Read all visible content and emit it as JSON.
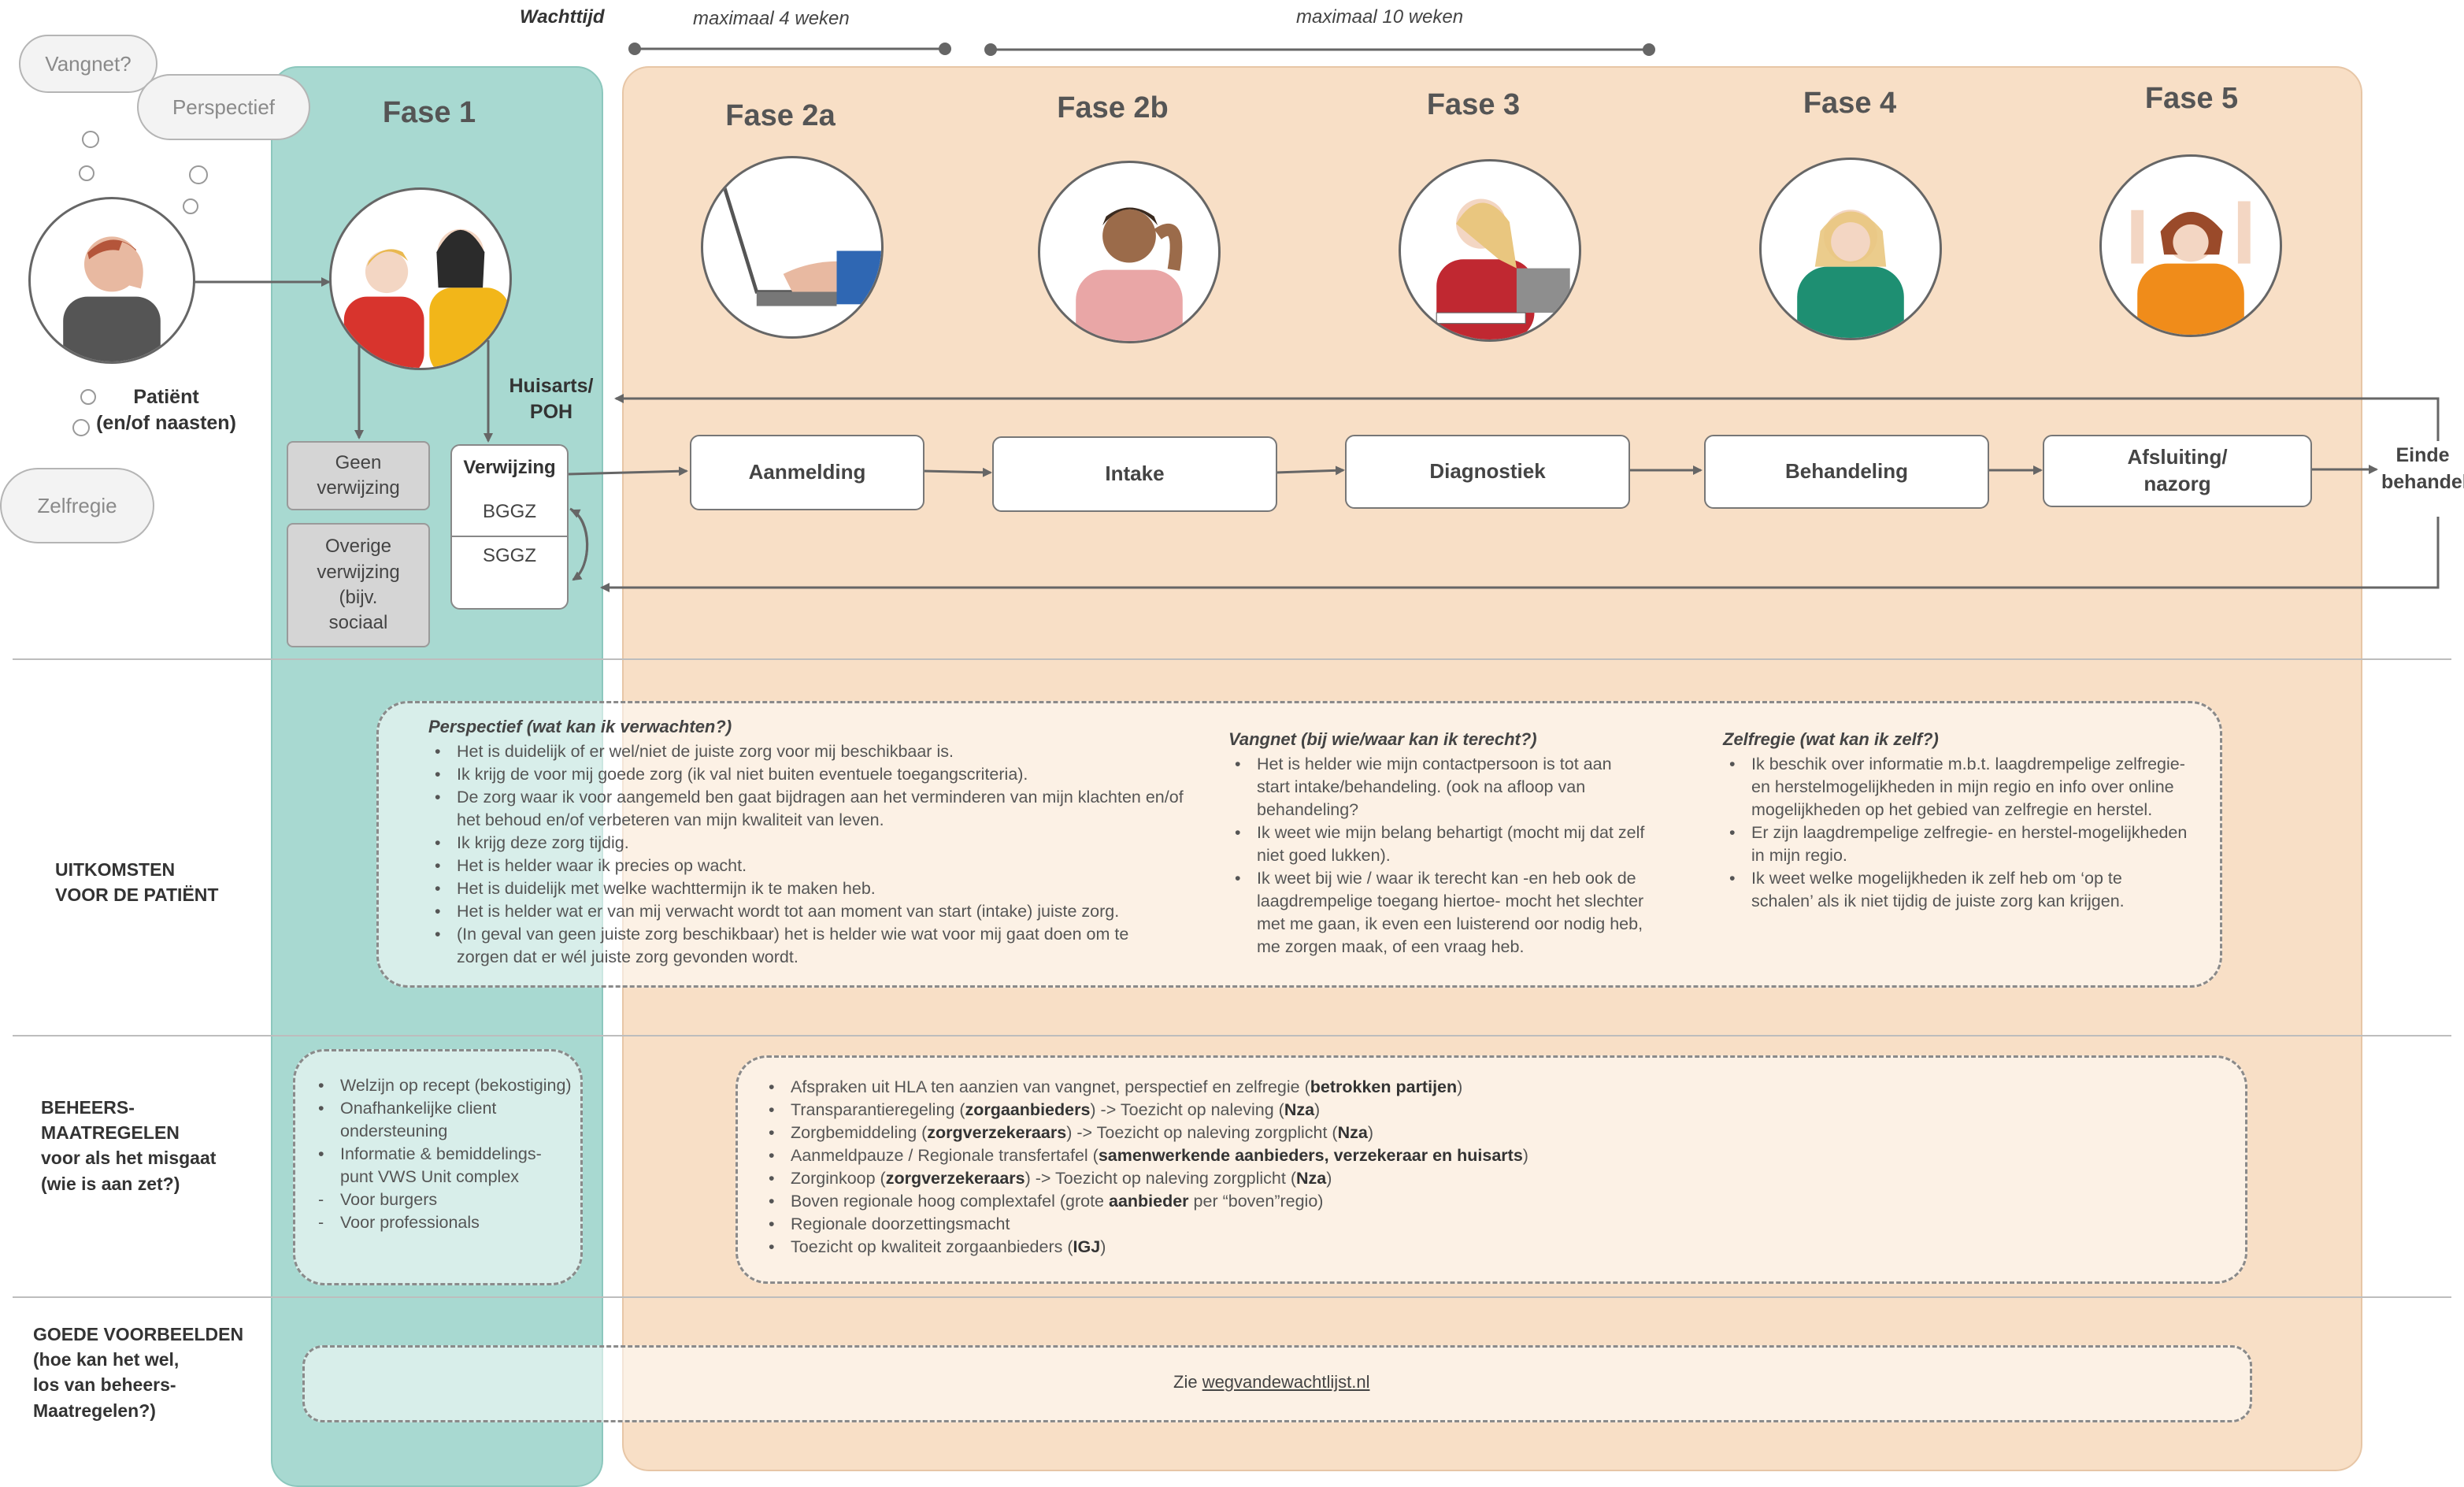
{
  "timeline": {
    "label": "Wachttijd",
    "span1": "maximaal 4 weken",
    "span2": "maximaal 10 weken"
  },
  "phases": [
    {
      "title": "Fase 1"
    },
    {
      "title": "Fase 2a"
    },
    {
      "title": "Fase 2b"
    },
    {
      "title": "Fase 3"
    },
    {
      "title": "Fase 4"
    },
    {
      "title": "Fase 5"
    }
  ],
  "clouds": {
    "vangnet": "Vangnet?",
    "perspectief": "Perspectief",
    "zelfregie": "Zelfregie"
  },
  "patient": {
    "line1": "Patiënt",
    "line2": "(en/of naasten)"
  },
  "huisarts": {
    "line1": "Huisarts/",
    "line2": "POH"
  },
  "referral": {
    "geen": "Geen verwijzing",
    "overige": "Overige verwijzing (bijv. sociaal",
    "verwijzing": "Verwijzing",
    "bggz": "BGGZ",
    "sggz": "SGGZ"
  },
  "steps": [
    {
      "label": "Aanmelding"
    },
    {
      "label": "Intake"
    },
    {
      "label": "Diagnostiek"
    },
    {
      "label": "Behandeling"
    },
    {
      "label": "Afsluiting/ nazorg"
    }
  ],
  "einde": {
    "line1": "Einde",
    "line2": "behandeli"
  },
  "rows": {
    "uitkomsten": "UITKOMSTEN\nVOOR DE PATIËNT",
    "beheers": "BEHEERS-\nMAATREGELEN\nvoor als het misgaat\n(wie is aan zet?)",
    "voorbeelden": "GOEDE VOORBEELDEN\n(hoe kan het wel,\nlos van beheers-\nMaatregelen?)"
  },
  "outcomes": {
    "perspectief": {
      "title": "Perspectief (wat kan ik verwachten?)",
      "items": [
        "Het is duidelijk of er wel/niet de juiste zorg voor mij beschikbaar is.",
        "Ik krijg de voor mij goede zorg (ik val niet buiten eventuele toegangscriteria).",
        "De zorg waar ik voor aangemeld ben gaat bijdragen aan het verminderen van mijn klachten en/of het behoud en/of verbeteren van mijn kwaliteit van leven.",
        "Ik krijg deze zorg tijdig.",
        "Het is helder waar ik precies op wacht.",
        "Het is duidelijk met welke wachttermijn ik te maken heb.",
        "Het is helder wat er van mij verwacht wordt tot aan moment van start (intake) juiste zorg.",
        "(In geval van geen juiste zorg beschikbaar) het is helder wie wat voor mij gaat doen om te zorgen dat er wél juiste zorg gevonden wordt."
      ]
    },
    "vangnet": {
      "title": "Vangnet (bij wie/waar kan ik terecht?)",
      "items": [
        "Het is helder wie mijn contactpersoon is tot aan start intake/behandeling. (ook na afloop van behandeling?",
        "Ik weet wie mijn belang behartigt (mocht mij dat zelf niet goed lukken).",
        "Ik weet bij wie / waar ik terecht kan -en heb ook de laagdrempelige toegang hiertoe- mocht het slechter met me gaan, ik even een luisterend oor nodig heb, me zorgen maak, of een vraag heb."
      ]
    },
    "zelfregie": {
      "title": "Zelfregie (wat kan ik zelf?)",
      "items": [
        "Ik beschik over informatie m.b.t. laagdrempelige zelfregie- en herstelmogelijkheden in mijn regio en info over online mogelijkheden op het gebied van zelfregie en herstel.",
        "Er zijn laagdrempelige zelfregie- en herstel-mogelijkheden in mijn regio.",
        "Ik weet welke mogelijkheden ik zelf heb om ‘op te schalen’ als ik niet tijdig de juiste zorg kan krijgen."
      ]
    }
  },
  "beheers_fase1": [
    "Welzijn op recept (bekostiging)",
    "Onafhankelijke client ondersteuning",
    "Informatie & bemiddelings-punt VWS Unit complex",
    "Voor burgers",
    "Voor professionals"
  ],
  "beheers_main": [
    {
      "pre": "Afspraken uit HLA ten aanzien van vangnet, perspectief en zelfregie (",
      "bold": "betrokken partijen",
      "mid": ")",
      "bold2": "",
      "post": ""
    },
    {
      "pre": "Transparantieregeling (",
      "bold": "zorgaanbieders",
      "mid": ") -> Toezicht op naleving (",
      "bold2": "Nza",
      "post": ")"
    },
    {
      "pre": "Zorgbemiddeling (",
      "bold": "zorgverzekeraars",
      "mid": ") -> Toezicht op naleving zorgplicht (",
      "bold2": "Nza",
      "post": ")"
    },
    {
      "pre": "Aanmeldpauze / Regionale transfertafel (",
      "bold": "samenwerkende aanbieders, verzekeraar en huisarts",
      "mid": ")",
      "bold2": "",
      "post": ""
    },
    {
      "pre": "Zorginkoop (",
      "bold": "zorgverzekeraars",
      "mid": ") -> Toezicht op naleving zorgplicht (",
      "bold2": "Nza",
      "post": ")"
    },
    {
      "pre": "Boven regionale hoog complextafel (grote ",
      "bold": "aanbieder",
      "mid": " per “boven”regio)",
      "bold2": "",
      "post": ""
    },
    {
      "pre": "Regionale doorzettingsmacht",
      "bold": "",
      "mid": "",
      "bold2": "",
      "post": ""
    },
    {
      "pre": "Toezicht op kwaliteit zorgaanbieders (",
      "bold": "IGJ",
      "mid": ")",
      "bold2": "",
      "post": ""
    }
  ],
  "voorbeelden": {
    "prefix": "Zie ",
    "link": "wegvandewachtlijst.nl"
  },
  "colors": {
    "teal": "#a8d9d1",
    "peach": "#f8dfc6",
    "grey": "#d5d5d5"
  },
  "icons": [
    "thinking-man-icon",
    "doctor-consult-icon",
    "laptop-hands-icon",
    "pondering-person-icon",
    "writing-woman-icon",
    "stressed-woman-icon",
    "frustrated-woman-icon"
  ]
}
